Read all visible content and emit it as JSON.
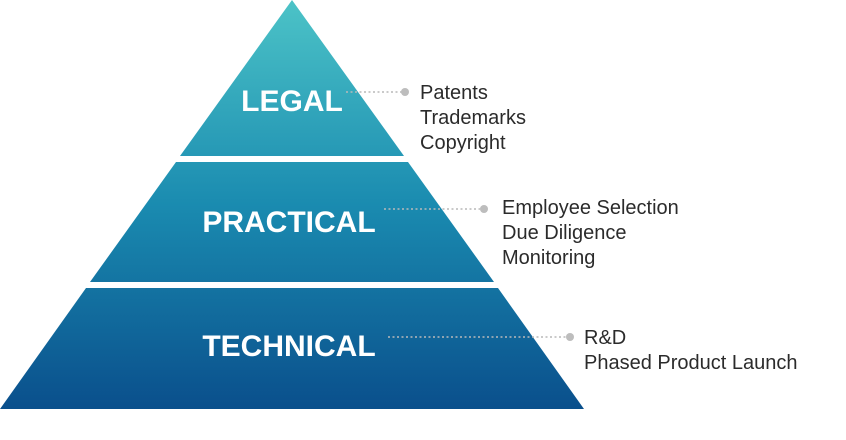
{
  "colors": {
    "top": "#4cc3c7",
    "mid": "#1a8bb0",
    "bottom": "#0a4f8c",
    "label": "#ffffff",
    "item_text": "#2b2b2b",
    "leader": "#b9b9b9"
  },
  "tiers": [
    {
      "label": "LEGAL",
      "items": [
        "Patents",
        "Trademarks",
        "Copyright"
      ]
    },
    {
      "label": "PRACTICAL",
      "items": [
        "Employee Selection",
        "Due Diligence",
        "Monitoring"
      ]
    },
    {
      "label": "TECHNICAL",
      "items": [
        "R&D",
        "Phased Product Launch"
      ]
    }
  ]
}
